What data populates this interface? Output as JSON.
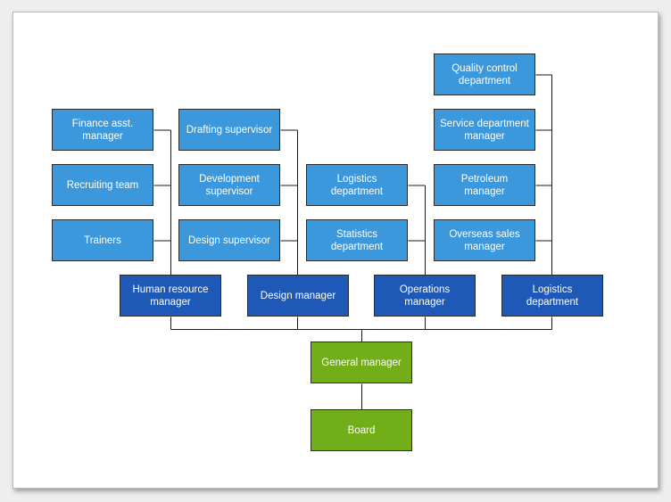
{
  "colors": {
    "sub_node": "#3b98dc",
    "manager_node": "#1e59b8",
    "top_node": "#72ad1a",
    "connector": "#1a1a1a"
  },
  "org_chart": {
    "board": "Board",
    "general_manager": "General manager",
    "managers": [
      "Human resource manager",
      "Design manager",
      "Operations manager",
      "Logistics department"
    ],
    "hr_team": [
      "Finance asst. manager",
      "Recruiting team",
      "Trainers"
    ],
    "design_team": [
      "Drafting supervisor",
      "Development supervisor",
      "Design supervisor"
    ],
    "operations_team": [
      "Logistics department",
      "Statistics department"
    ],
    "logistics_team": [
      "Quality control department",
      "Service department manager",
      "Petroleum manager",
      "Overseas sales manager"
    ]
  }
}
